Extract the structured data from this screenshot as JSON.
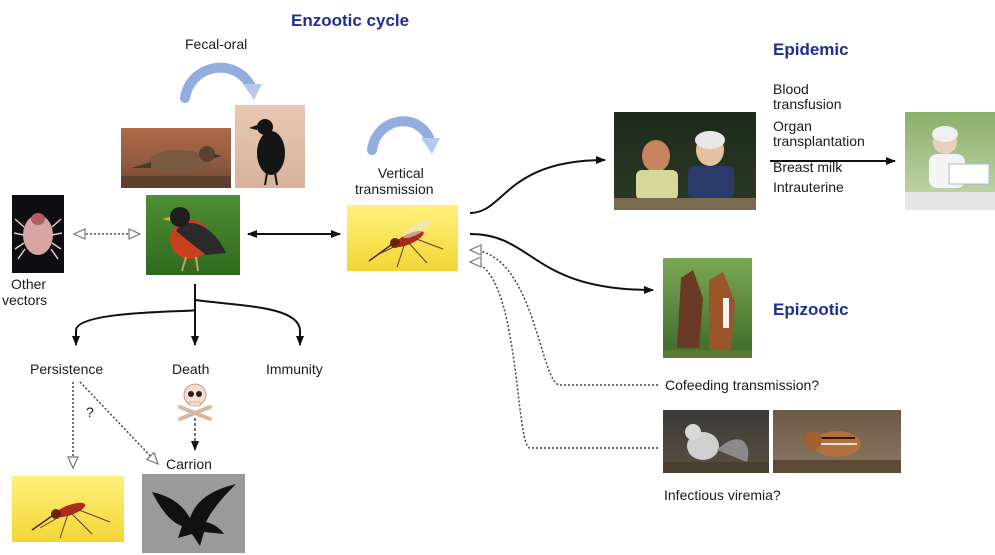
{
  "titles": {
    "enzootic": "Enzootic cycle",
    "epidemic": "Epidemic",
    "epizootic": "Epizootic"
  },
  "labels": {
    "fecal_oral": "Fecal-oral",
    "vertical_line1": "Vertical",
    "vertical_line2": "transmission",
    "other_line1": "Other",
    "other_line2": "vectors",
    "persistence": "Persistence",
    "death": "Death",
    "immunity": "Immunity",
    "carrion": "Carrion",
    "question": "?",
    "cofeeding": "Cofeeding transmission?",
    "viremia": "Infectious viremia?"
  },
  "human_routes": [
    "Blood",
    "transfusion",
    "Organ",
    "transplantation",
    "Breast milk",
    "Intrauterine"
  ],
  "colors": {
    "title_blue": "#1f2f8f",
    "cycle_arrow_blue": "#7f9fd8",
    "mosquito_bg": "#f5e24a",
    "grass_bg": "#3f7d2a",
    "crow_silhouette_bg": "#9a9a9a"
  },
  "icons": {
    "skull": "skull-crossbones-icon",
    "cycle": "curved-arrow-icon"
  }
}
